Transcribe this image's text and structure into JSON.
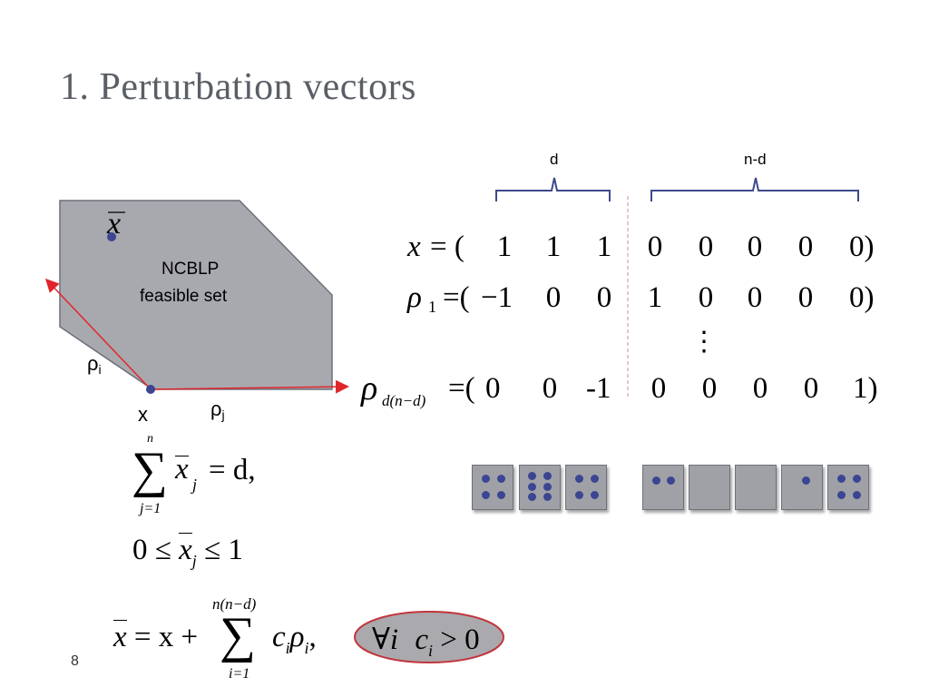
{
  "slide": {
    "title": "1. Perturbation vectors",
    "number": "8"
  },
  "polygon": {
    "label_line1": "NCBLP",
    "label_line2": "feasible set",
    "xbar": "x",
    "vertex": "x",
    "rho_i": "ρ",
    "rho_i_sub": "i",
    "rho_j": "ρ",
    "rho_j_sub": "j",
    "fill": "#a8a9ae",
    "arrow_color": "#e0262c"
  },
  "braces": {
    "left": "d",
    "right": "n-d",
    "color": "#3d4a8a"
  },
  "matrix": {
    "rows": [
      {
        "label": "x",
        "sub": "",
        "prefix": "= (",
        "left": [
          "1",
          "1",
          "1"
        ],
        "right": [
          "0",
          "0",
          "0",
          "0",
          "0)"
        ]
      },
      {
        "label": "ρ",
        "sub": "1",
        "prefix": "=(",
        "left": [
          "−1",
          "0",
          "0"
        ],
        "right": [
          "1",
          "0",
          "0",
          "0",
          "0)"
        ]
      },
      {
        "label": "ρ",
        "sub": "d(n−d)",
        "prefix": "=(",
        "left": [
          "0",
          "0",
          "-1"
        ],
        "right": [
          "0",
          "0",
          "0",
          "0",
          "1)"
        ]
      }
    ],
    "vdots": "⋮"
  },
  "squares": {
    "dots": [
      4,
      6,
      6,
      2,
      0,
      0,
      1,
      4
    ],
    "fill": "#9fa1a6",
    "dot_color": "#3c4592"
  },
  "formulas": {
    "sum_top": "n",
    "sum_bottom": "j=1",
    "sum_body": "x",
    "sum_body_sub": "j",
    "sum_rhs": "= d,",
    "bound_lhs": "0 ≤",
    "bound_var": "x",
    "bound_sub": "j",
    "bound_rhs": "≤ 1",
    "comb_lhs_var": "x",
    "comb_lhs_rest": "= x +",
    "comb_top": "n(n−d)",
    "comb_bottom": "i=1",
    "comb_body": "c",
    "comb_body_sub": "i",
    "comb_rho": "ρ",
    "comb_rho_sub": "i",
    "comb_end": ",",
    "cond_forall": "∀",
    "cond_i": "i",
    "cond_c": "c",
    "cond_sub": "i",
    "cond_rest": "> 0"
  }
}
